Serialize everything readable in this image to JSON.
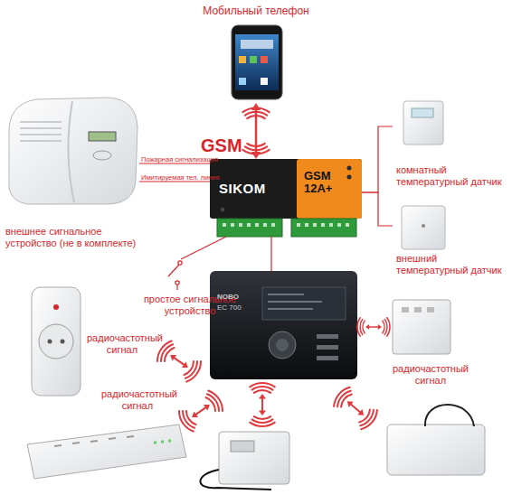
{
  "diagram": {
    "nodes": [
      {
        "text": [
          "Мобильный телефон"
        ]
      },
      {
        "text": [
          "SIKOM",
          "GSM 12A+"
        ]
      },
      {
        "text": [
          "внешнее сигнальное устройство (не в комплекте)"
        ]
      },
      {
        "text": [
          "комнатный температурный датчик"
        ]
      },
      {
        "text": [
          "внешний температурный датчик"
        ]
      },
      {
        "text": [
          "простое сигнальное устройство"
        ]
      },
      {
        "text": [
          "NOBO",
          "EC 700"
        ]
      }
    ],
    "edges": [
      {
        "from": 0,
        "to": 1,
        "arrow": "both",
        "label": "GSM"
      },
      {
        "from": 2,
        "to": 1,
        "arrow": "none",
        "label": "Пожарная сигнализация"
      },
      {
        "from": 2,
        "to": 1,
        "arrow": "none",
        "label": "Имитируемая тел. линия"
      },
      {
        "from": 1,
        "to": 3,
        "arrow": "none"
      },
      {
        "from": 1,
        "to": 4,
        "arrow": "none"
      },
      {
        "from": 1,
        "to": 5,
        "arrow": "none"
      },
      {
        "from": 1,
        "to": 6,
        "arrow": "none"
      }
    ],
    "labels": [
      "радиочастотный сигнал",
      "радиочастотный сигнал",
      "радиочастотный сигнал"
    ]
  }
}
